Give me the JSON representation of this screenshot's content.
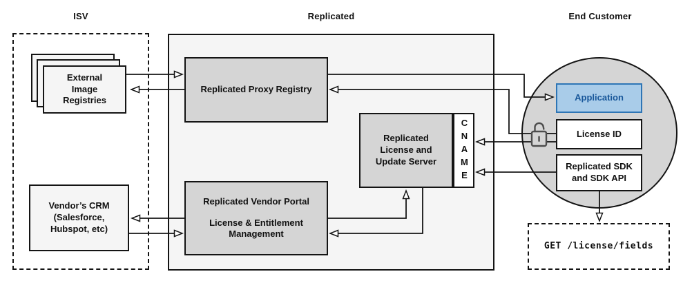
{
  "sections": {
    "isv": {
      "label": "ISV"
    },
    "replicated": {
      "label": "Replicated"
    },
    "end_customer": {
      "label": "End Customer"
    }
  },
  "nodes": {
    "external_image_registries": {
      "label": "External Image Registries",
      "style": "stacked-cards"
    },
    "vendors_crm": {
      "label": "Vendor’s CRM (Salesforce, Hubspot, etc)"
    },
    "proxy_registry": {
      "label": "Replicated Proxy Registry"
    },
    "license_update_server": {
      "label": "Replicated License and Update Server"
    },
    "cname": {
      "label": "CNAME"
    },
    "vendor_portal": {
      "title": "Replicated Vendor Portal",
      "subtitle": "License & Entitlement Management"
    },
    "application": {
      "label": "Application"
    },
    "license_id": {
      "label": "License ID"
    },
    "replicated_sdk": {
      "label": "Replicated SDK and SDK API"
    },
    "get_endpoint": {
      "label": "GET /license/fields"
    }
  },
  "icons": {
    "unlock": {
      "name": "unlock-icon",
      "meaning": "open padlock beside License ID"
    }
  },
  "edges": [
    {
      "from": "external-image-registries",
      "to": "proxy-registry",
      "arrow": "end"
    },
    {
      "from": "proxy-registry",
      "to": "external-image-registries",
      "arrow": "end"
    },
    {
      "from": "proxy-registry",
      "to": "application",
      "arrow": "end"
    },
    {
      "from": "license-id",
      "to": "proxy-registry",
      "via": "unlock-icon",
      "arrow": "end"
    },
    {
      "from": "license-id",
      "to": "cname",
      "via": "unlock-icon",
      "arrow": "end"
    },
    {
      "from": "replicated-sdk",
      "to": "cname",
      "arrow": "end"
    },
    {
      "from": "vendor-portal",
      "to": "vendors-crm",
      "arrow": "end"
    },
    {
      "from": "vendors-crm",
      "to": "vendor-portal",
      "arrow": "end"
    },
    {
      "from": "vendor-portal",
      "to": "license-update-server",
      "arrow": "end"
    },
    {
      "from": "license-update-server",
      "to": "vendor-portal",
      "arrow": "end"
    },
    {
      "from": "replicated-sdk",
      "to": "get-endpoint",
      "arrow": "end"
    }
  ],
  "colors": {
    "container_fill": "#f5f5f5",
    "node_gray_fill": "#d5d5d5",
    "circle_fill": "#d5d5d5",
    "stroke": "#141414",
    "application_fill": "#a9cce9",
    "application_border": "#2e75b5",
    "application_text": "#18579a"
  }
}
